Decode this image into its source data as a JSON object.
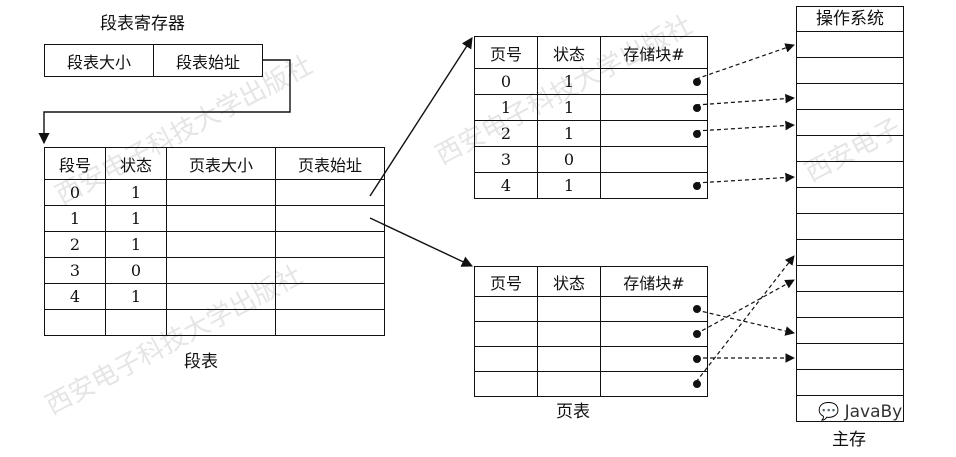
{
  "segment_register": {
    "title": "段表寄存器",
    "fields": [
      "段表大小",
      "段表始址"
    ]
  },
  "segment_table": {
    "caption": "段表",
    "headers": [
      "段号",
      "状态",
      "页表大小",
      "页表始址"
    ],
    "rows": [
      [
        "0",
        "1",
        "",
        ""
      ],
      [
        "1",
        "1",
        "",
        ""
      ],
      [
        "2",
        "1",
        "",
        ""
      ],
      [
        "3",
        "0",
        "",
        ""
      ],
      [
        "4",
        "1",
        "",
        ""
      ],
      [
        "",
        "",
        "",
        ""
      ]
    ]
  },
  "page_table_1": {
    "headers": [
      "页号",
      "状态",
      "存储块#"
    ],
    "rows": [
      [
        "0",
        "1",
        "•"
      ],
      [
        "1",
        "1",
        "•"
      ],
      [
        "2",
        "1",
        "•"
      ],
      [
        "3",
        "0",
        ""
      ],
      [
        "4",
        "1",
        "•"
      ]
    ]
  },
  "page_table_2": {
    "caption": "页表",
    "headers": [
      "页号",
      "状态",
      "存储块#"
    ],
    "rows": [
      [
        "",
        "",
        "•"
      ],
      [
        "",
        "",
        "•"
      ],
      [
        "",
        "",
        "•"
      ],
      [
        "",
        "",
        "•"
      ]
    ]
  },
  "main_memory": {
    "caption": "主存",
    "top_label": "操作系统"
  },
  "watermark": {
    "brand": "JavaBy",
    "faint_texts": [
      "西安电子科技大学出版社",
      "西安电子科技大学出版社",
      "西安电子科技大学出版社",
      "西安电子"
    ]
  }
}
